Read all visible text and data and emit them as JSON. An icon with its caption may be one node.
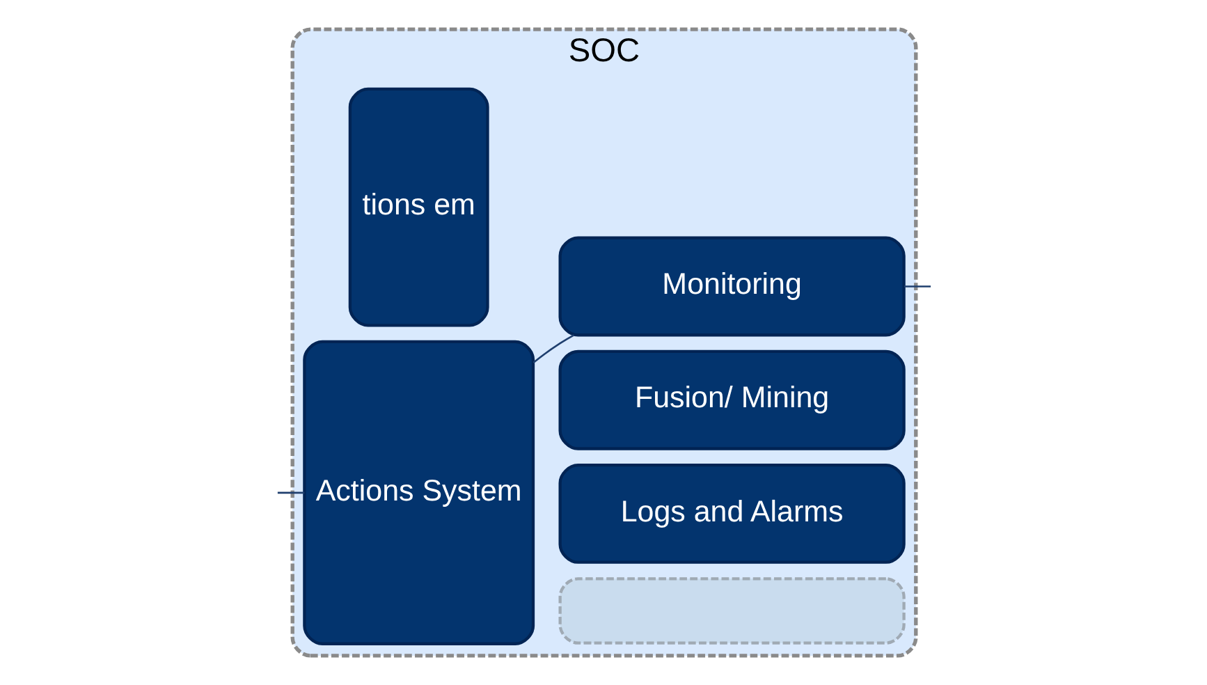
{
  "diagram": {
    "nodes": [
      {
        "text": [
          "SOC"
        ]
      },
      {
        "text": [
          "tions em"
        ],
        "in": 0
      },
      {
        "text": [
          "Actions System"
        ],
        "in": 0
      },
      {
        "text": [
          "Monitoring"
        ],
        "in": 0
      },
      {
        "text": [
          "Fusion/ Mining"
        ],
        "in": 0
      },
      {
        "text": [
          "Logs and Alarms"
        ],
        "in": 0
      },
      {
        "text": [],
        "shape": "box",
        "in": 0
      }
    ],
    "edges": [
      {
        "from": null,
        "to": 2,
        "arrow": "none"
      },
      {
        "from": 2,
        "to": 3,
        "arrow": "none"
      },
      {
        "from": 3,
        "to": null,
        "arrow": "none"
      }
    ]
  }
}
